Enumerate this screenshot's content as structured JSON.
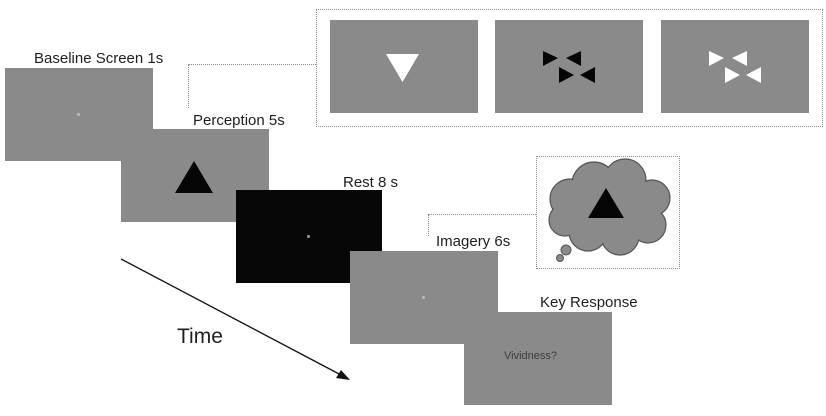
{
  "labels": {
    "baseline": "Baseline Screen 1s",
    "perception": "Perception 5s",
    "rest": "Rest 8 s",
    "imagery": "Imagery 6s",
    "key_response": "Key Response",
    "time": "Time",
    "vividness_prompt": "Vividness?"
  },
  "stimuli": {
    "perception": "triangle-up-icon",
    "examples": [
      "triangle-down-icon",
      "bowtie-triangles-black-icon",
      "bowtie-triangles-white-icon"
    ],
    "imagery": "thought-cloud-triangle-icon"
  },
  "colors": {
    "screen_gray": "#8a8a8a",
    "rest_black": "#070707",
    "dotted_border": "#8c8c8c"
  }
}
